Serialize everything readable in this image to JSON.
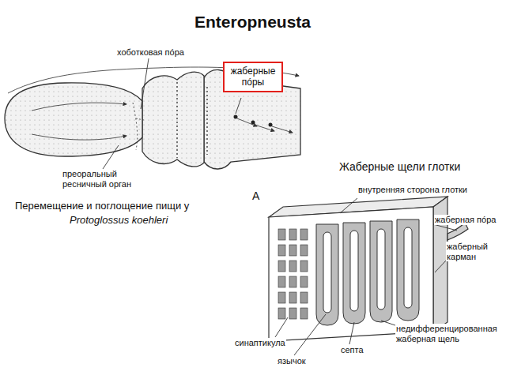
{
  "diagram": {
    "title": "Enteropneusta",
    "nodes": [
      {
        "text": [
          "жаберные пóры"
        ]
      }
    ],
    "labels": [
      "хоботковая пóра",
      "преоральный ресничный орган",
      "Перемещение и поглощение пищи у",
      "Protoglossus koehleri",
      "Жаберные щели глотки",
      "A",
      "внутренняя сторона глотки",
      "жаберная пóра",
      "жаберный карман",
      "недифференцированная жаберная щель",
      "синаптикула",
      "септа",
      "язычок"
    ]
  }
}
